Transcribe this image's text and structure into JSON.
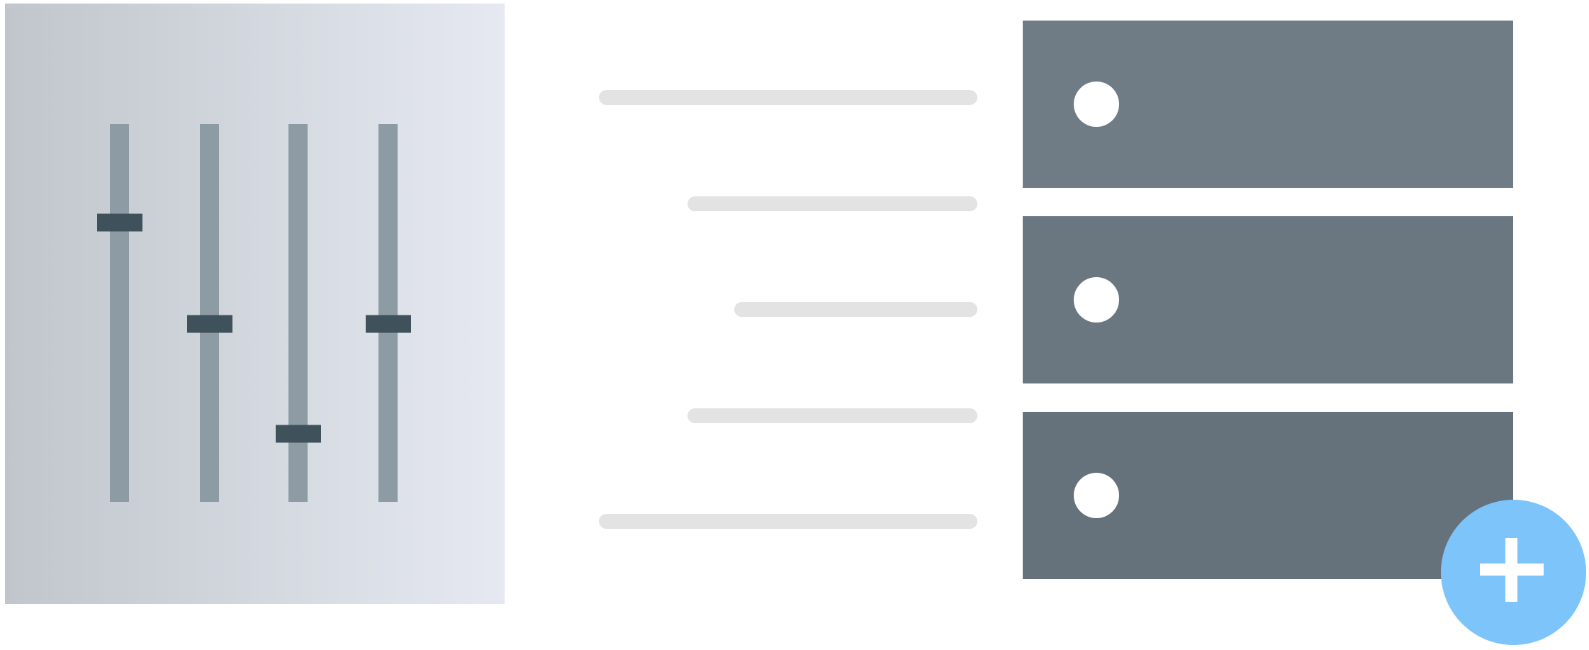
{
  "colors": {
    "mixer_background_left": "#c0c6cc",
    "mixer_background_right": "#e6e9f1",
    "slider_track": "#8c9ba4",
    "slider_handle": "#3f525b",
    "connector_line": "#e3e3e3",
    "server_units": [
      "#6f7c86",
      "#6a7781",
      "#65727c"
    ],
    "server_led": "#ffffff",
    "add_button": "#7dc4fb",
    "add_button_icon": "#ffffff"
  },
  "mixer": {
    "sliders": [
      {
        "name": "slider-1",
        "level": 0.74
      },
      {
        "name": "slider-2",
        "level": 0.47
      },
      {
        "name": "slider-3",
        "level": 0.18
      },
      {
        "name": "slider-4",
        "level": 0.47
      }
    ]
  },
  "server_rack": {
    "units": 3,
    "icon": "server-icon"
  },
  "add_button": {
    "icon": "plus-icon"
  }
}
